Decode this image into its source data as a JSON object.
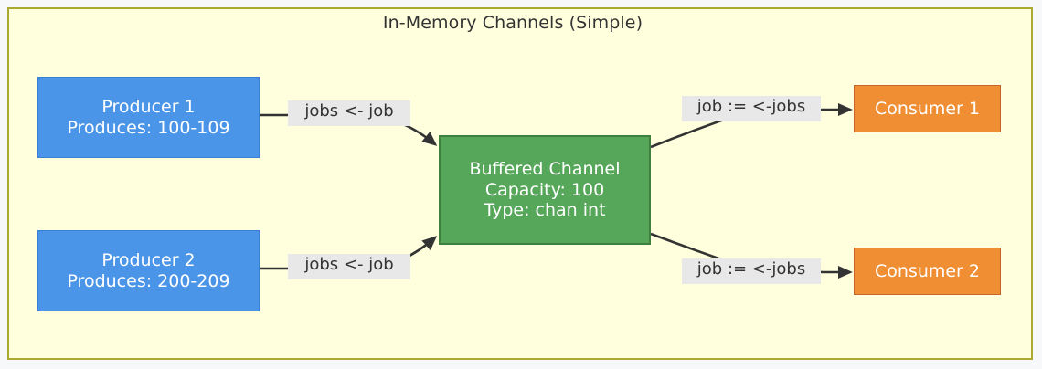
{
  "diagram": {
    "title": "In-Memory Channels (Simple)",
    "frame_background": "#ffffde",
    "frame_border_color": "#aaaa33",
    "page_background": "#f7f8fa",
    "edge_color": "#333333"
  },
  "nodes": {
    "producer1": {
      "line1": "Producer 1",
      "line2": "Produces: 100-109",
      "fill": "#4a95e8",
      "border": "#3a7fd4",
      "text_color": "#ffffff"
    },
    "producer2": {
      "line1": "Producer 2",
      "line2": "Produces: 200-209",
      "fill": "#4a95e8",
      "border": "#3a7fd4",
      "text_color": "#ffffff"
    },
    "channel": {
      "line1": "Buffered Channel",
      "line2": "Capacity: 100",
      "line3": "Type: chan int",
      "fill": "#57a75a",
      "border": "#3f7f40",
      "text_color": "#ffffff"
    },
    "consumer1": {
      "label": "Consumer 1",
      "fill": "#ef8e33",
      "border": "#c8652a",
      "text_color": "#ffffff"
    },
    "consumer2": {
      "label": "Consumer 2",
      "fill": "#ef8e33",
      "border": "#c8652a",
      "text_color": "#ffffff"
    }
  },
  "edges": {
    "producer1_to_channel": "jobs <- job",
    "producer2_to_channel": "jobs <- job",
    "channel_to_consumer1": "job := <-jobs",
    "channel_to_consumer2": "job := <-jobs"
  }
}
